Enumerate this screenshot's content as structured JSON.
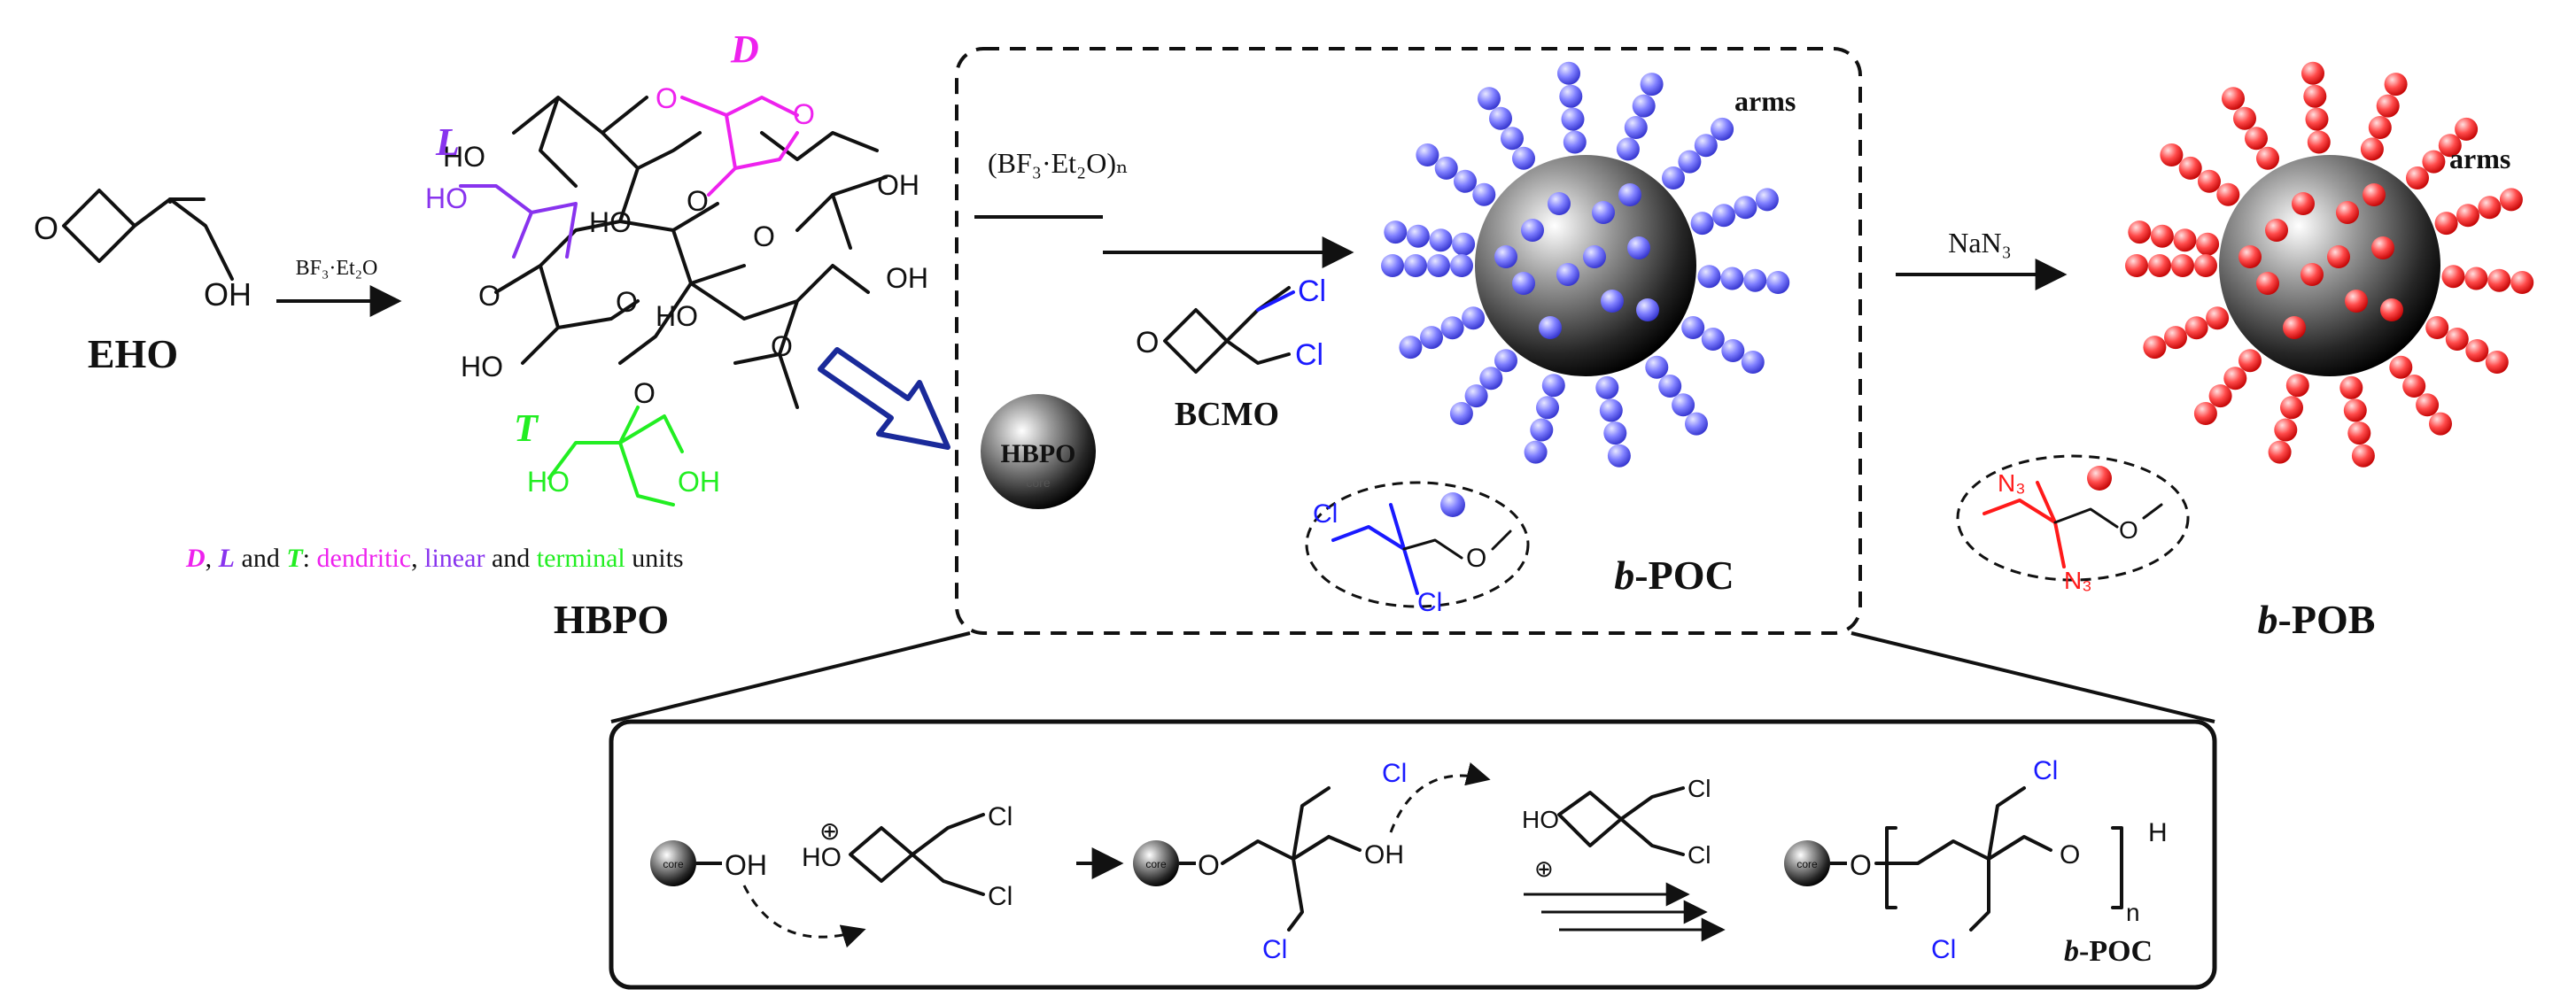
{
  "colors": {
    "black": "#111111",
    "magenta": "#ee22ee",
    "purple": "#8833ee",
    "green": "#22ee22",
    "blue": "#1a1aff",
    "red": "#ff1a1a",
    "arrow_blue": "#1a2a9a",
    "sphere_blue": "#7777ff",
    "sphere_red": "#ff3333"
  },
  "labels": {
    "eho": "EHO",
    "hbpo": "HBPO",
    "hbpo_sphere": "HBPO",
    "bcmo": "BCMO",
    "b_poc_prefix": "b",
    "b_poc_suffix": "-POC",
    "b_pob_prefix": "b",
    "b_pob_suffix": "-POB",
    "arms": "arms",
    "arms2": "arms",
    "step1": "BF₃·Et₂O",
    "step2": "(BF₃·Et₂O)ₙ",
    "step3": "NaN₃",
    "unit_D": "D",
    "unit_L": "L",
    "unit_T": "T",
    "legend": {
      "D": "D",
      "comma": ", ",
      "L": "L",
      "and": " and ",
      "T": "T",
      "colon": ": ",
      "dendritic": "dendritic",
      "sep": ", ",
      "linear": "linear",
      "and2": " and ",
      "terminal": "terminal",
      "units": " units"
    }
  },
  "atoms": {
    "oh": "OH",
    "ho": "HO",
    "o": "O",
    "cl": "Cl",
    "n3": "N₃",
    "h": "H",
    "n": "n",
    "plus": "⊕",
    "core": "core"
  }
}
